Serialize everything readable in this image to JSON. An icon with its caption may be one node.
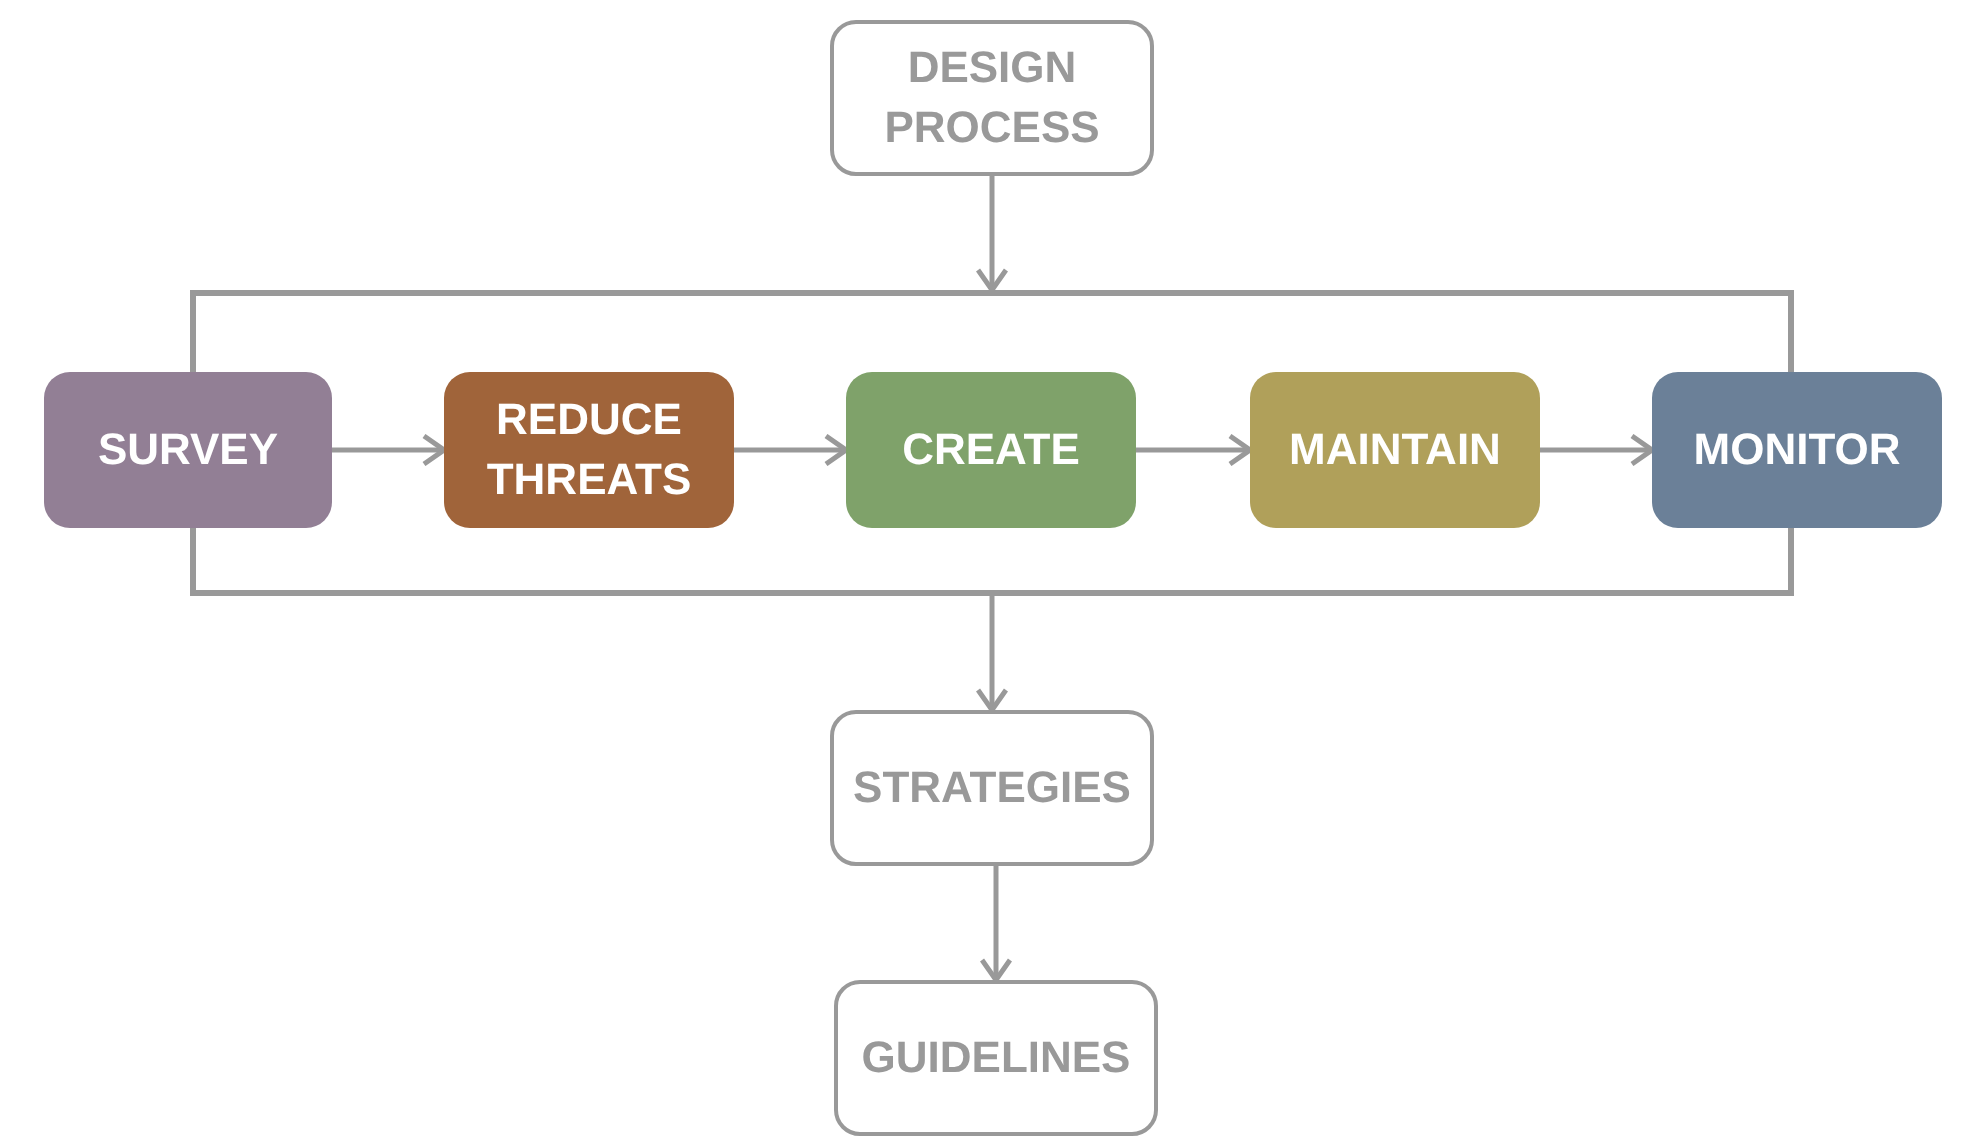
{
  "diagram": {
    "nodes": [
      {
        "text": [
          "DESIGN PROCESS"
        ]
      },
      {
        "text": [],
        "shape": "box"
      },
      {
        "text": [
          "SURVEY"
        ]
      },
      {
        "text": [
          "REDUCE THREATS"
        ],
        "in": 1
      },
      {
        "text": [
          "CREATE"
        ],
        "in": 1
      },
      {
        "text": [
          "MAINTAIN"
        ],
        "in": 1
      },
      {
        "text": [
          "MONITOR"
        ]
      },
      {
        "text": [
          "STRATEGIES"
        ]
      },
      {
        "text": [
          "GUIDELINES"
        ]
      }
    ],
    "edges": [
      {
        "from": 0,
        "to": 1,
        "arrow": "to"
      },
      {
        "from": 2,
        "to": 3,
        "arrow": "to"
      },
      {
        "from": 3,
        "to": 4,
        "arrow": "to"
      },
      {
        "from": 4,
        "to": 5,
        "arrow": "to"
      },
      {
        "from": 5,
        "to": 6,
        "arrow": "to"
      },
      {
        "from": 1,
        "to": 7,
        "arrow": "to"
      },
      {
        "from": 7,
        "to": 8,
        "arrow": "to"
      }
    ]
  }
}
